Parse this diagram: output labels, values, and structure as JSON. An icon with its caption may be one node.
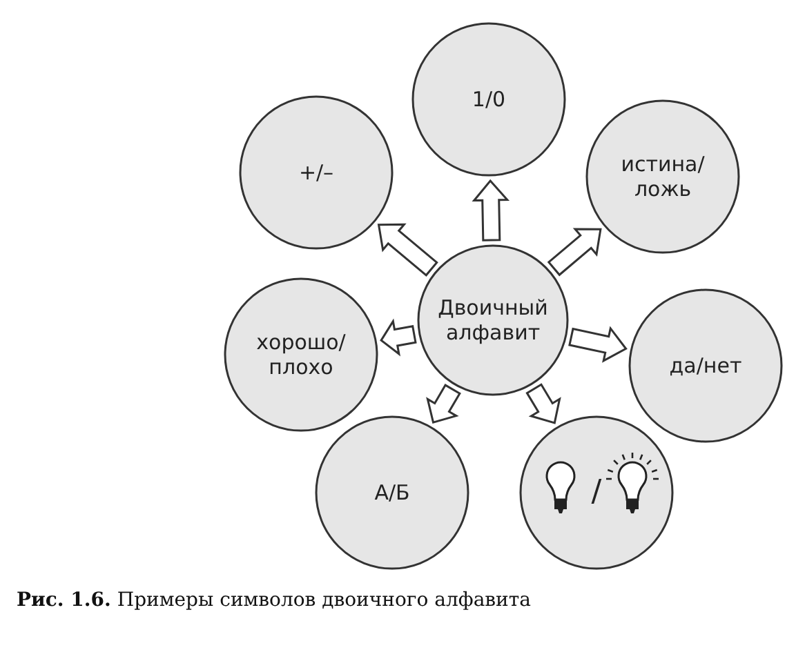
{
  "diagram": {
    "caption": "**Рис. 1.6.** Примеры символов двоичного алфавита",
    "nodes": [
      {
        "text": [
          "Двоичный алфавит"
        ]
      },
      {
        "text": [
          "1/0"
        ]
      },
      {
        "text": [
          "истина/ ложь"
        ]
      },
      {
        "text": [
          "да/нет"
        ]
      },
      {
        "text": [
          "/"
        ]
      },
      {
        "text": [
          "А/Б"
        ]
      },
      {
        "text": [
          "хорошо/ плохо"
        ]
      },
      {
        "text": [
          "+/–"
        ]
      }
    ],
    "edges": [
      {
        "from": 0,
        "to": 1,
        "arrow": "to"
      },
      {
        "from": 0,
        "to": 2,
        "arrow": "to"
      },
      {
        "from": 0,
        "to": 3,
        "arrow": "to"
      },
      {
        "from": 0,
        "to": 4,
        "arrow": "to"
      },
      {
        "from": 0,
        "to": 5,
        "arrow": "to"
      },
      {
        "from": 0,
        "to": 6,
        "arrow": "to"
      },
      {
        "from": 0,
        "to": 7,
        "arrow": "to"
      }
    ]
  }
}
